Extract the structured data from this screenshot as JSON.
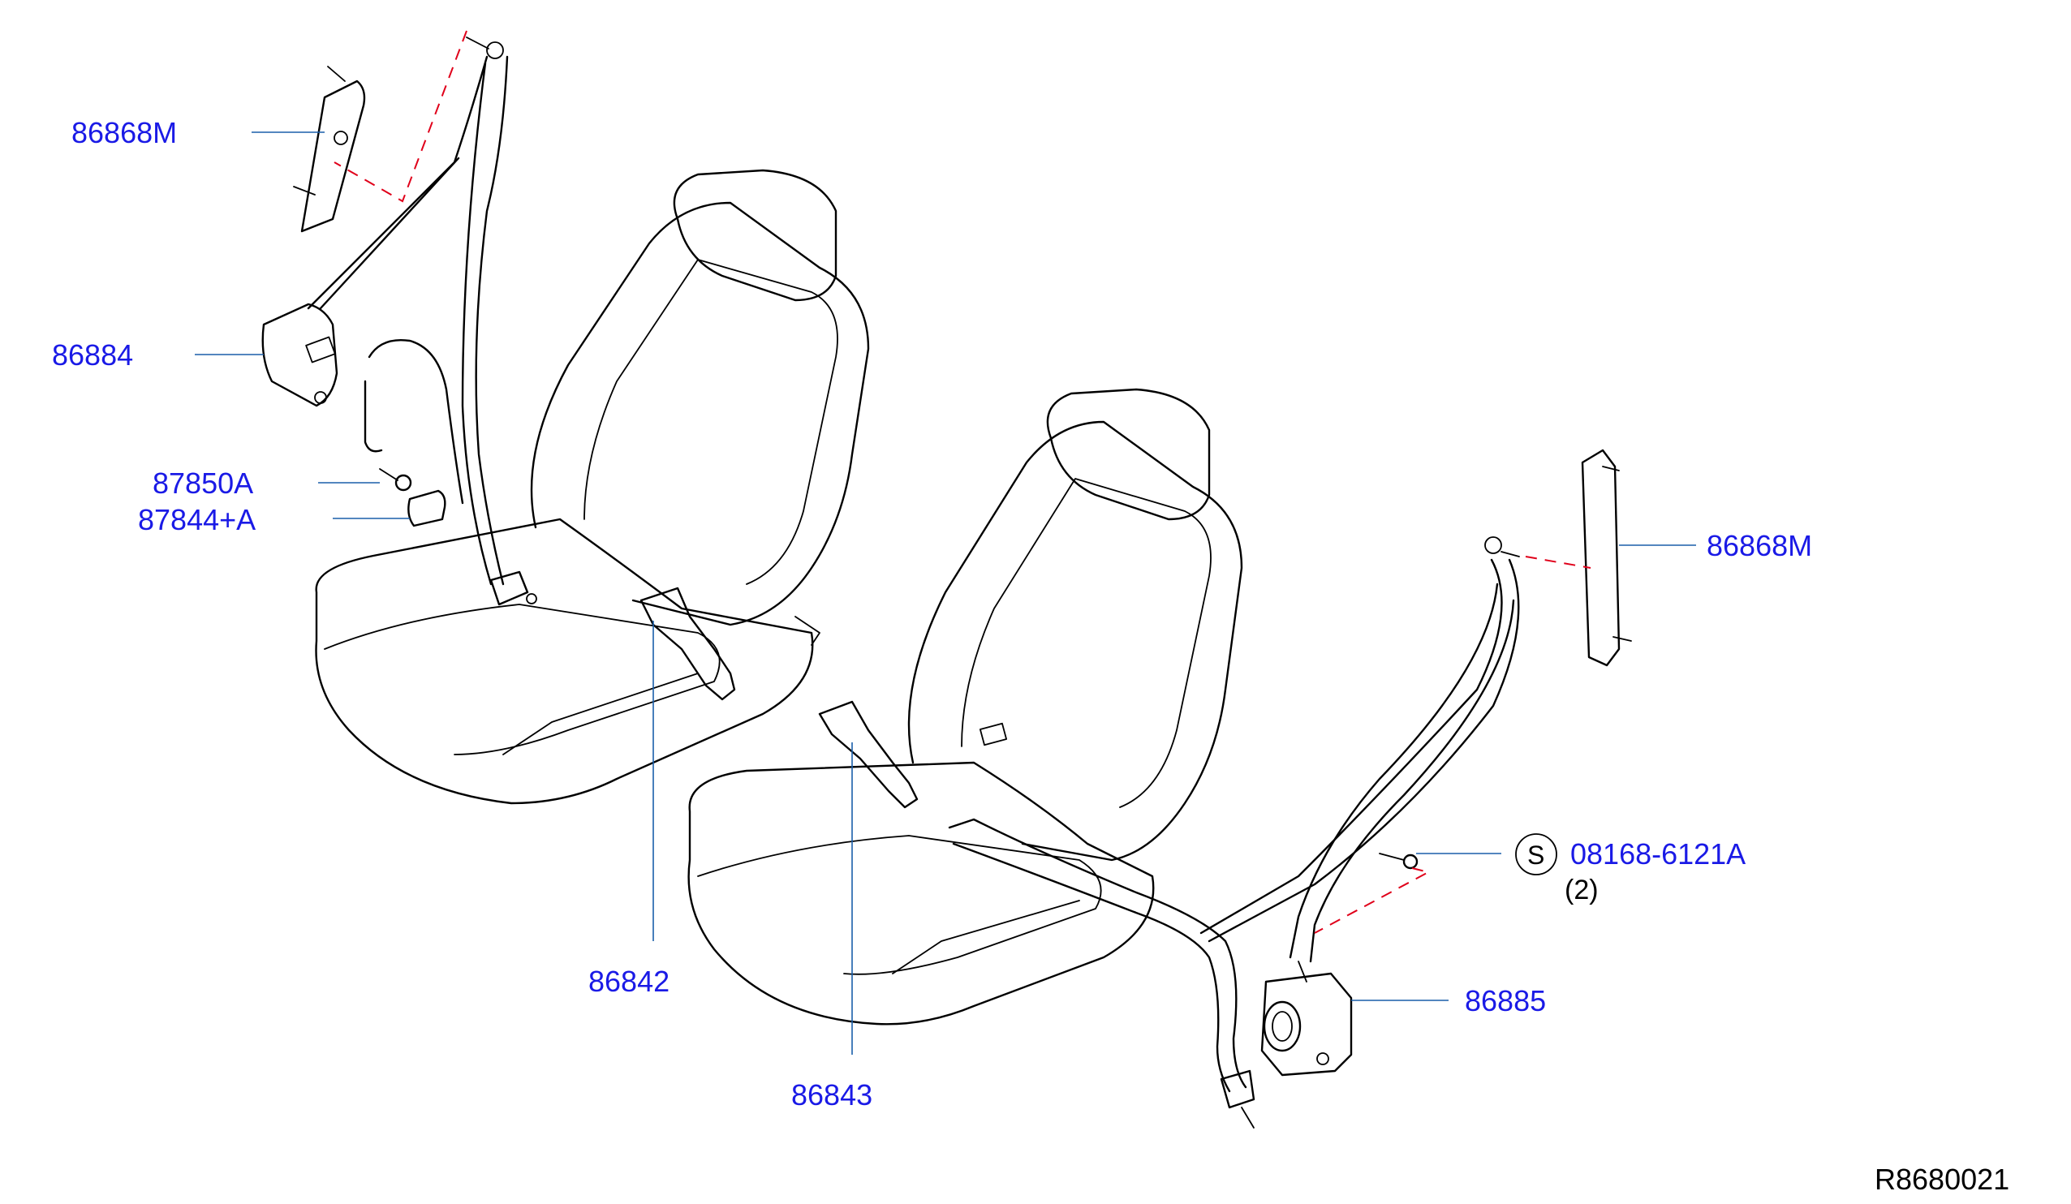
{
  "labels": {
    "anchor_left": "86868M",
    "retractor_left": "86884",
    "bolt": "87850A",
    "cover": "87844+A",
    "buckle_left": "86842",
    "buckle_right": "86843",
    "anchor_right": "86868M",
    "screw": "08168-6121A",
    "screw_qty": "(2)",
    "retractor_right": "86885",
    "standard_part_symbol": "S",
    "drawing_ref": "R8680021"
  }
}
